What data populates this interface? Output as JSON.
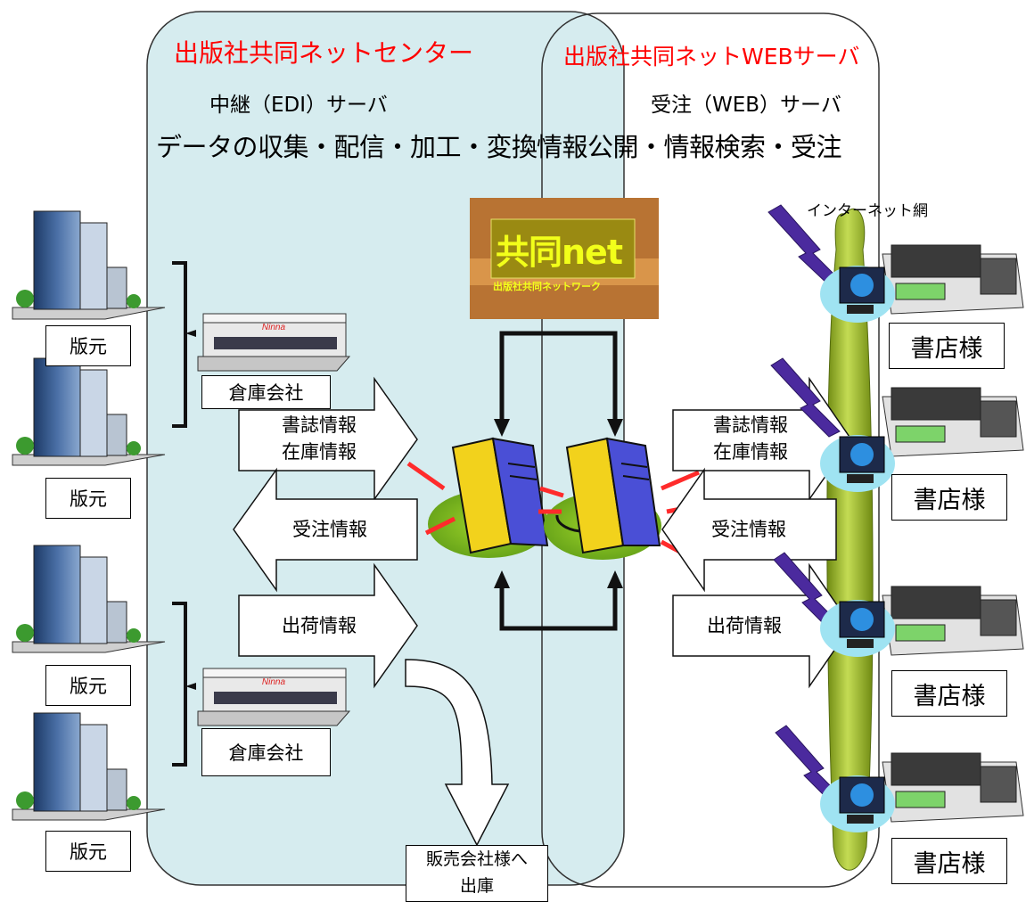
{
  "titles": {
    "center": "出版社共同ネットセンター",
    "web_server": "出版社共同ネットWEBサーバ"
  },
  "servers": {
    "edi": "中継（EDI）サーバ",
    "web": "受注（WEB）サーバ"
  },
  "functions": {
    "edi": "データの収集・配信・加工・変換",
    "web": "情報公開・情報検索・受注"
  },
  "logo": {
    "main": "共同net",
    "sub": "出版社共同ネットワーク"
  },
  "internet_label": "インターネット網",
  "publishers": [
    "版元",
    "版元",
    "版元",
    "版元"
  ],
  "warehouses": [
    "倉庫会社",
    "倉庫会社"
  ],
  "warehouse_sign": "Ninna",
  "shops": [
    "書店様",
    "書店様",
    "書店様",
    "書店様"
  ],
  "left_flows": {
    "book_info": [
      "書誌情報",
      "在庫情報"
    ],
    "order": "受注情報",
    "shipping": "出荷情報"
  },
  "right_flows": {
    "book_info": [
      "書誌情報",
      "在庫情報"
    ],
    "order": "受注情報",
    "shipping": "出荷情報"
  },
  "dispatch": [
    "販売会社様へ",
    "出庫"
  ],
  "colors": {
    "edi_zone": "#d6ecef",
    "title_red": "#ff0000",
    "logo_bg": "#b87333",
    "logo_text": "#f2ff1a",
    "server_yellow": "#f2d21c",
    "server_blue": "#4a4fd6",
    "internet_green": "#9ab82a"
  }
}
